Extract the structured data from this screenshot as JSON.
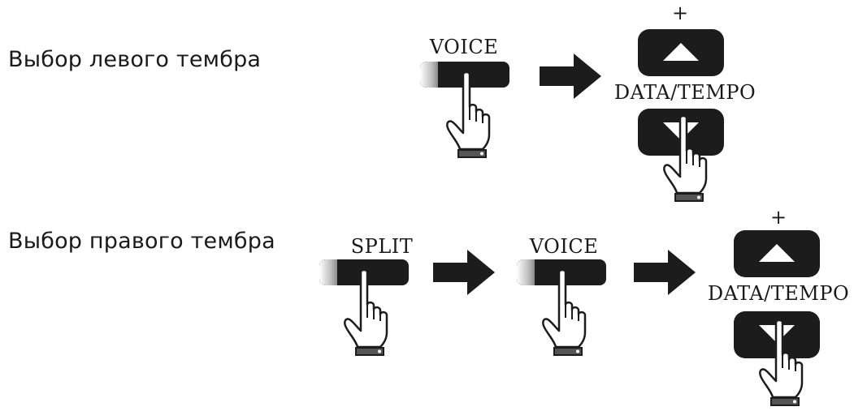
{
  "rows": [
    {
      "label": "Выбор левого тембра",
      "voice_label": "VOICE",
      "data_tempo_label": "DATA/TEMPO",
      "plus_label": "+"
    },
    {
      "label": "Выбор правого тембра",
      "split_label": "SPLIT",
      "voice_label": "VOICE",
      "data_tempo_label": "DATA/TEMPO",
      "plus_label": "+"
    }
  ],
  "icons": {
    "pointing_hand": "pointing-hand-icon",
    "right_arrow": "right-arrow-icon",
    "up_triangle": "up-triangle-icon",
    "down_triangle": "down-triangle-icon"
  },
  "colors": {
    "button_fill": "#1c1c1c",
    "arrow_fill": "#1c1c1c",
    "text": "#1a1a1a"
  }
}
